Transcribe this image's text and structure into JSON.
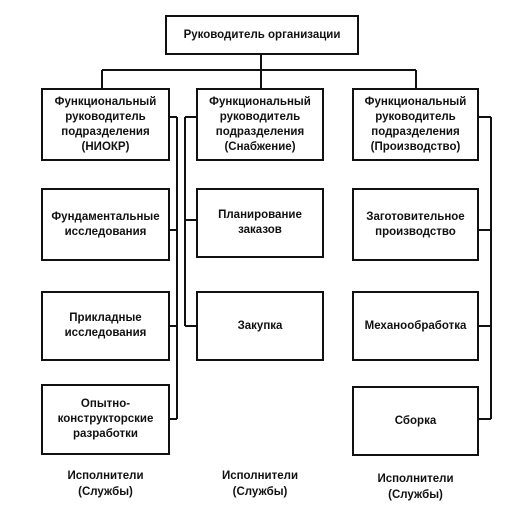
{
  "root": {
    "label": "Руководитель организации"
  },
  "managers": [
    {
      "label": "Функциональный\nруководитель\nподразделения\n(НИОКР)"
    },
    {
      "label": "Функциональный\nруководитель\nподразделения\n(Снабжение)"
    },
    {
      "label": "Функциональный\nруководитель\nподразделения\n(Производство)"
    }
  ],
  "units": {
    "rnd": [
      "Фундаментальные\nисследования",
      "Прикладные\nисследования",
      "Опытно-\nконструкторские\nразработки"
    ],
    "supply": [
      "Планирование\nзаказов",
      "Закупка"
    ],
    "production": [
      "Заготовительное\nпроизводство",
      "Механообработка",
      "Сборка"
    ]
  },
  "captions": [
    "Исполнители\n(Службы)",
    "Исполнители\n(Службы)",
    "Исполнители\n(Службы)"
  ]
}
